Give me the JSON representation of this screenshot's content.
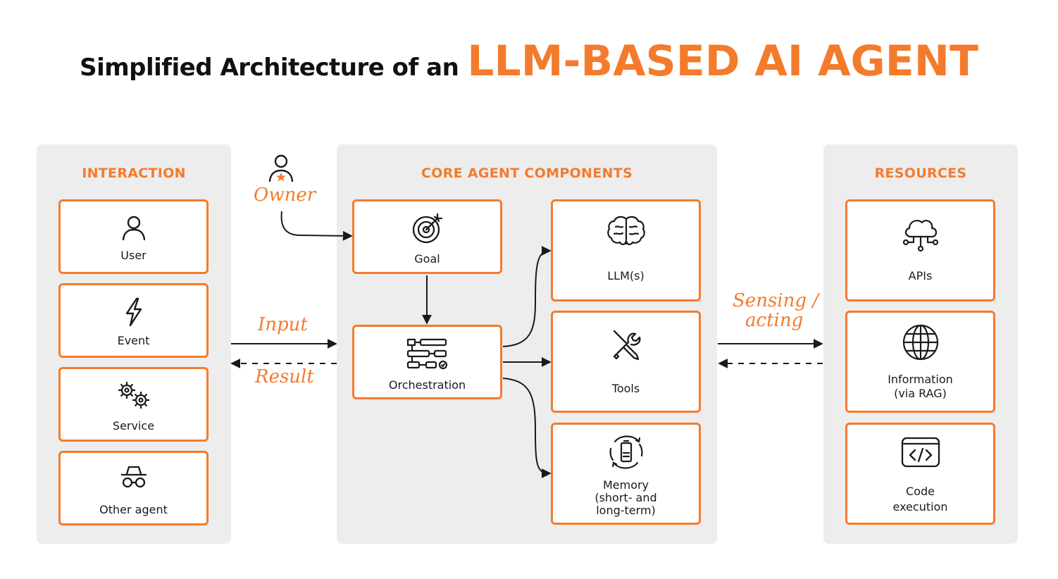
{
  "title": {
    "prefix": "Simplified Architecture of an",
    "highlight": "LLM-BASED AI AGENT"
  },
  "panels": {
    "interaction": {
      "title": "INTERACTION",
      "items": [
        {
          "label": "User",
          "icon": "user-icon"
        },
        {
          "label": "Event",
          "icon": "lightning-icon"
        },
        {
          "label": "Service",
          "icon": "gears-icon"
        },
        {
          "label": "Other agent",
          "icon": "spy-agent-icon"
        }
      ]
    },
    "core": {
      "title": "CORE AGENT COMPONENTS",
      "goal": {
        "label": "Goal",
        "icon": "target-icon"
      },
      "orchestration": {
        "label": "Orchestration",
        "icon": "workflow-icon"
      },
      "llm": {
        "label": "LLM(s)",
        "icon": "brain-icon"
      },
      "tools": {
        "label": "Tools",
        "icon": "tools-icon"
      },
      "memory": {
        "label_line1": "Memory",
        "label_line2": "(short- and",
        "label_line3": "long-term)",
        "icon": "battery-cycle-icon"
      }
    },
    "resources": {
      "title": "RESOURCES",
      "apis": {
        "label": "APIs",
        "icon": "cloud-network-icon"
      },
      "information": {
        "label_line1": "Information",
        "label_line2": "(via RAG)",
        "icon": "globe-icon"
      },
      "code": {
        "label_line1": "Code",
        "label_line2": "execution",
        "icon": "code-icon"
      }
    }
  },
  "flow_labels": {
    "owner": "Owner",
    "input": "Input",
    "result": "Result",
    "sensing_line1": "Sensing /",
    "sensing_line2": "acting"
  },
  "colors": {
    "accent": "#f47b2c",
    "panel": "#ededed",
    "text": "#1a1a1a"
  }
}
